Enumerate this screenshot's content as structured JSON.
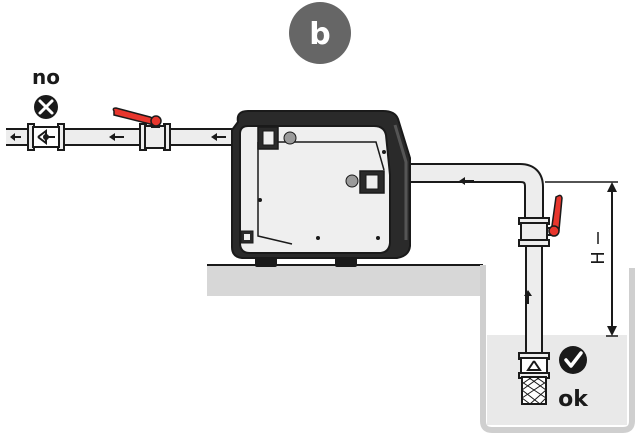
{
  "badge": {
    "label": "b"
  },
  "labels": {
    "no": "no",
    "ok": "ok",
    "height": "H"
  },
  "colors": {
    "valve_handle": "#e8362d",
    "badge_bg": "#666666",
    "outline": "#1a1a1a",
    "pipe_fill": "#ededed",
    "ground": "#d7d7d7",
    "water": "#e9e9e9"
  },
  "icons": {
    "no_mark": "cross-circle-icon",
    "ok_mark": "check-circle-icon",
    "flow": "arrow-icon",
    "valve": "ball-valve-icon",
    "check_valve": "check-valve-icon",
    "strainer": "foot-valve-strainer-icon"
  }
}
